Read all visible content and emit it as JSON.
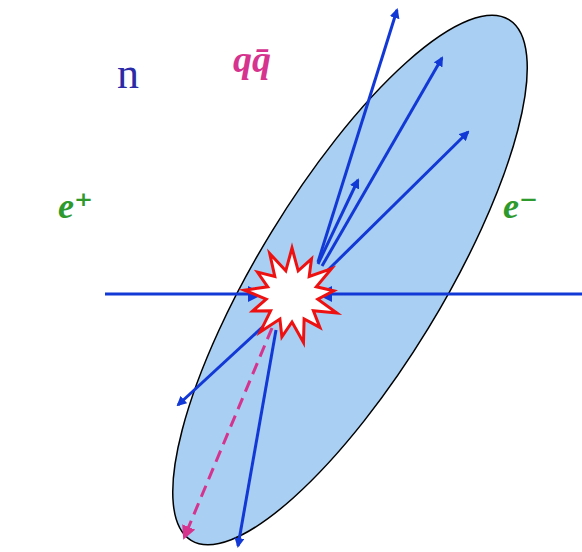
{
  "diagram": {
    "labels": [
      "n",
      "qq̄",
      "e⁺",
      "e⁻"
    ]
  }
}
